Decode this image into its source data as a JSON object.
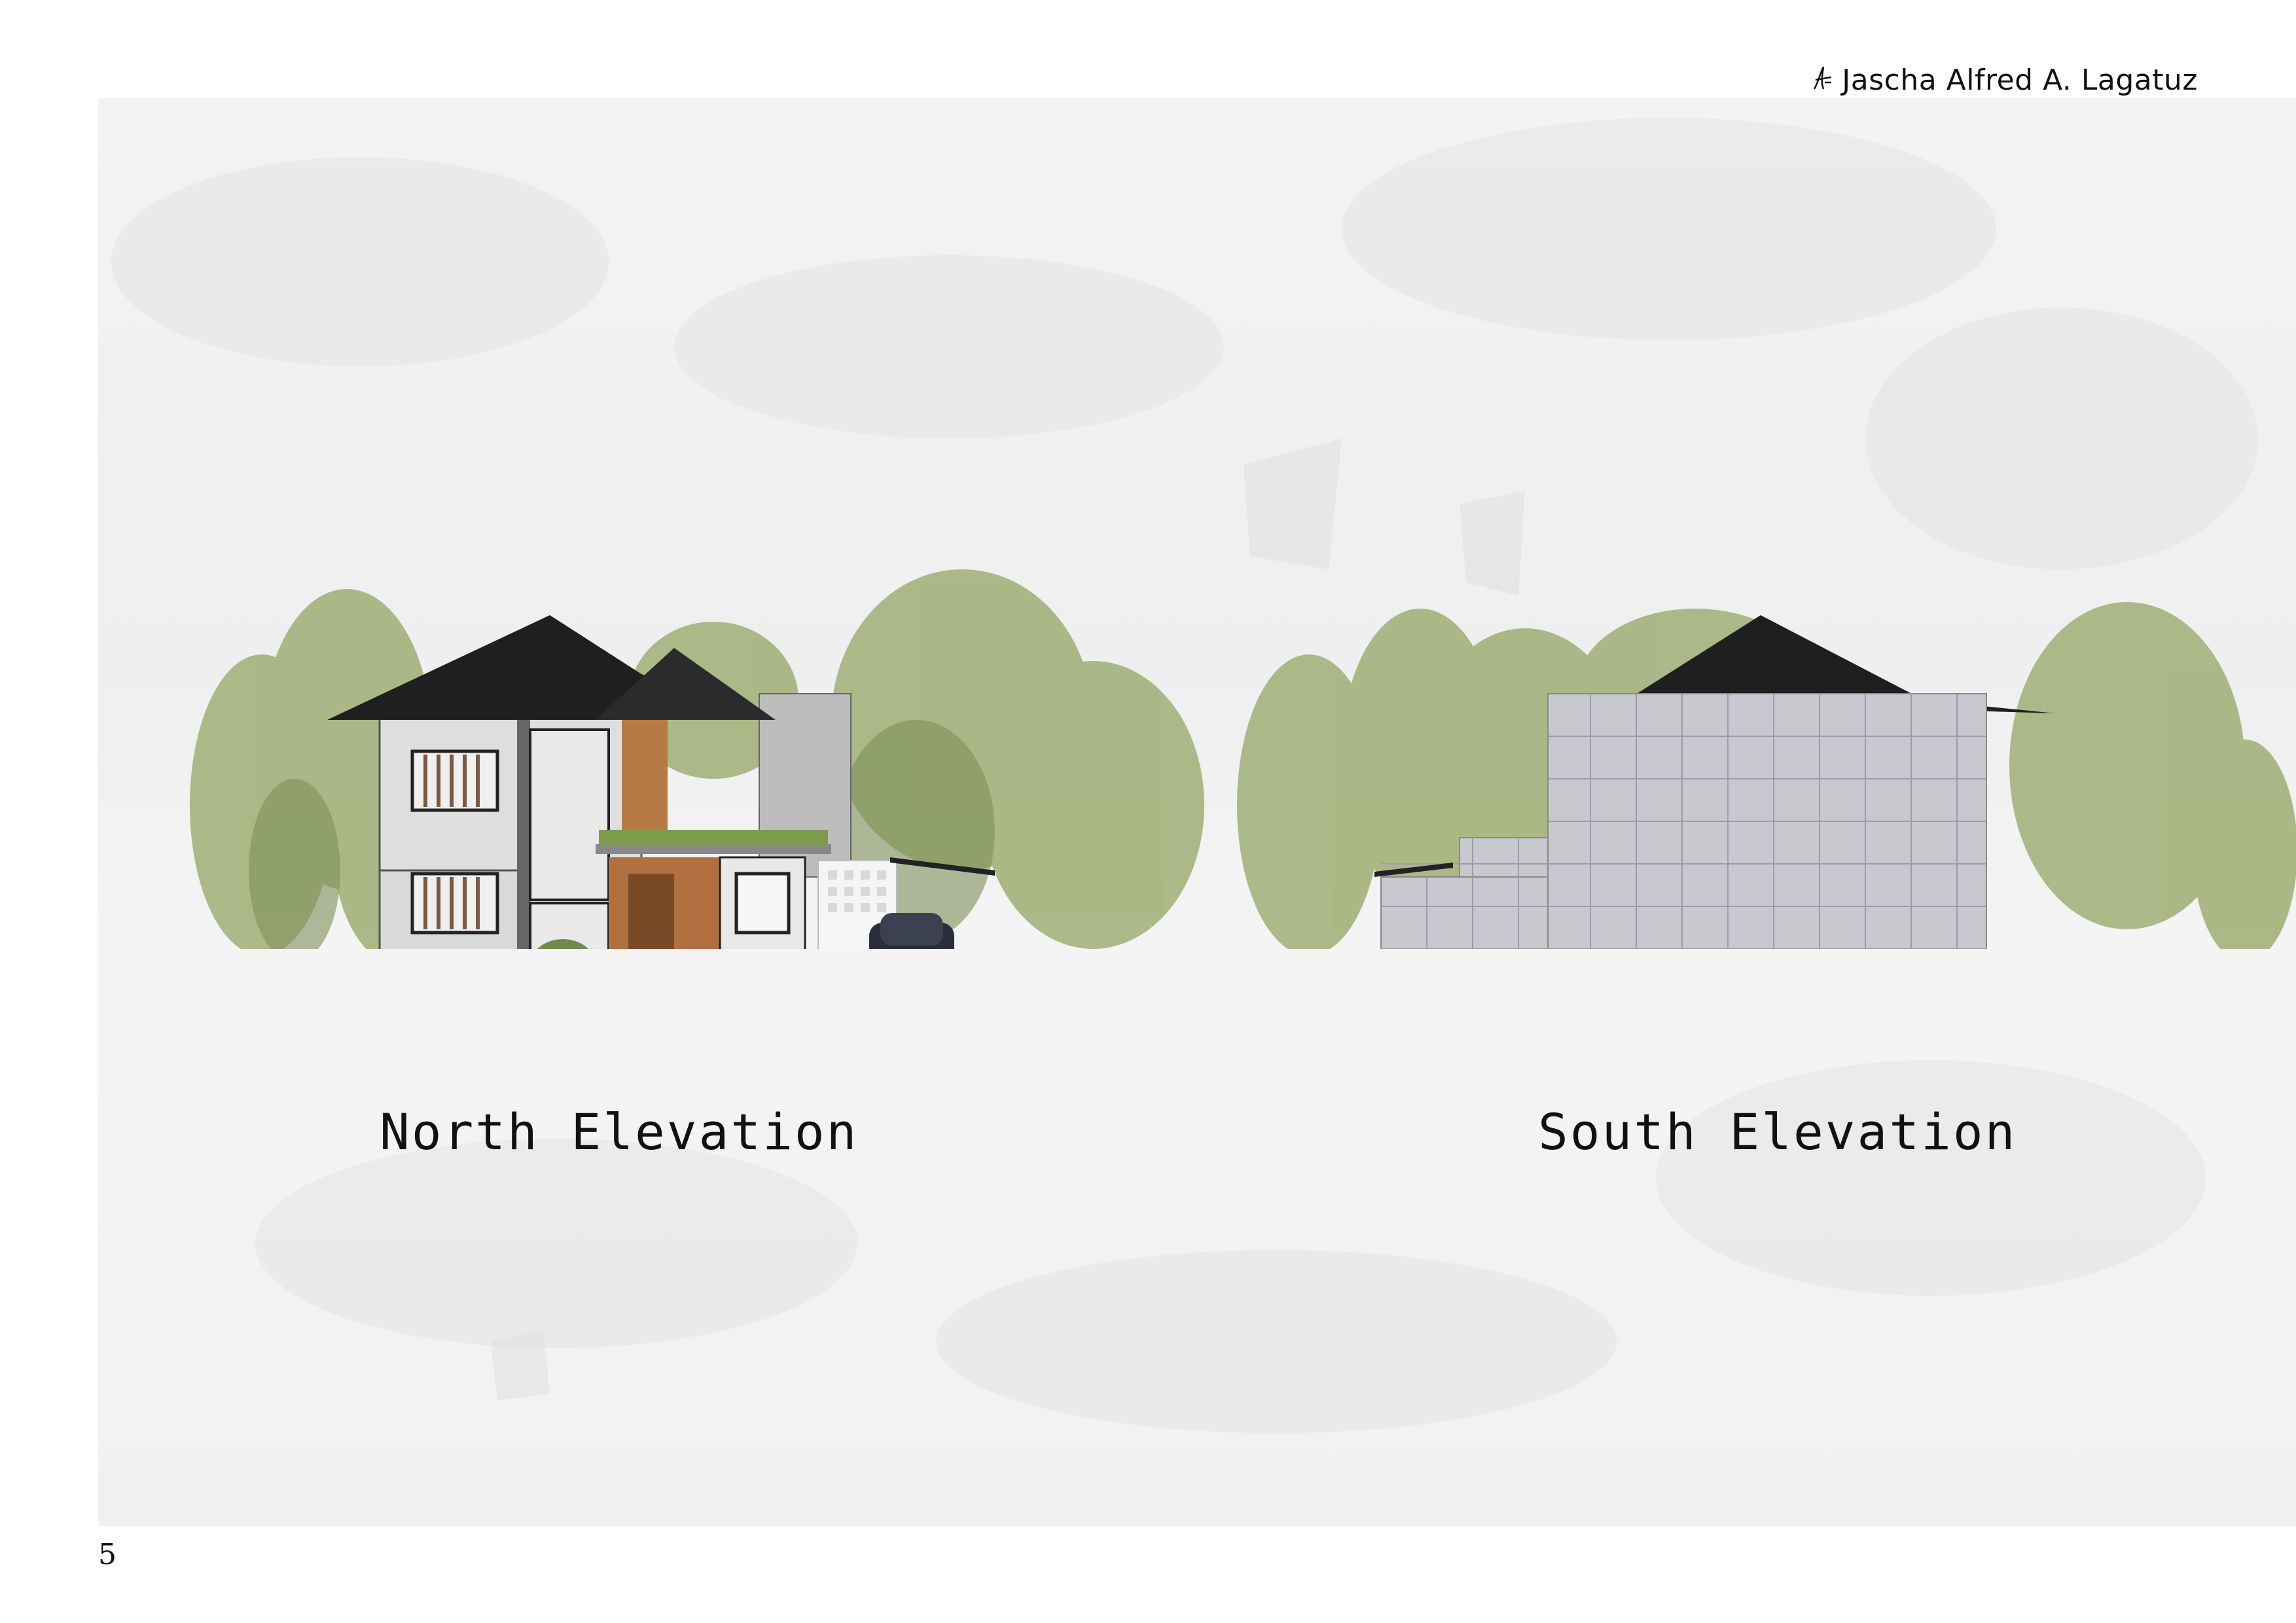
{
  "header": {
    "author": "Jascha Alfred A. Lagatuz",
    "logo_icon": "signature-logo-icon"
  },
  "drawings": [
    {
      "caption": "North Elevation"
    },
    {
      "caption": "South Elevation"
    }
  ],
  "footer": {
    "page_number": "5"
  },
  "colors": {
    "roof": "#1f1f1f",
    "wall": "#e6e6e6",
    "wood": "#a8683a",
    "concrete": "#c9c9cf",
    "foliage": "#b8c48a"
  }
}
